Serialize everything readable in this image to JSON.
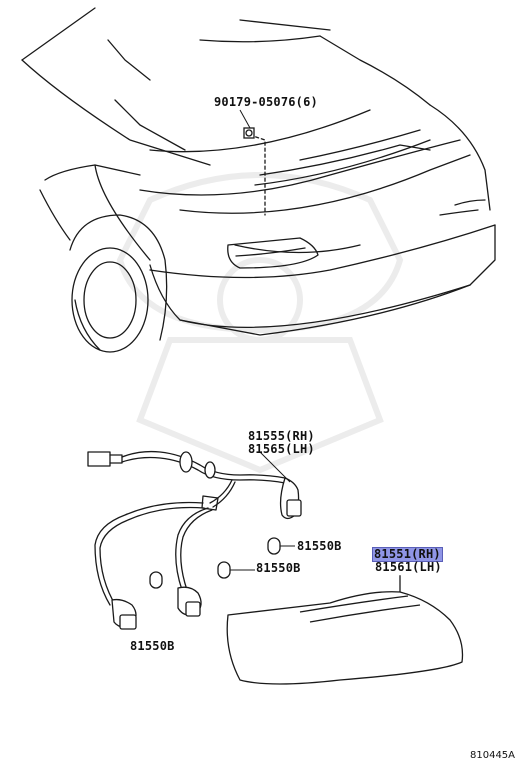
{
  "labels": {
    "bolt": "90179-05076(6)",
    "socket_rh": "81555(RH)",
    "socket_lh": "81565(LH)",
    "bulb_top": "81550B",
    "bulb_mid": "81550B",
    "bulb_bottom": "81550B",
    "lens_rh": "81551(RH)",
    "lens_lh": "81561(LH)"
  },
  "figure_code": "810445A",
  "colors": {
    "highlight": "#8f95e6",
    "line": "#1a1a1a",
    "watermark": "#e9e9e9"
  }
}
